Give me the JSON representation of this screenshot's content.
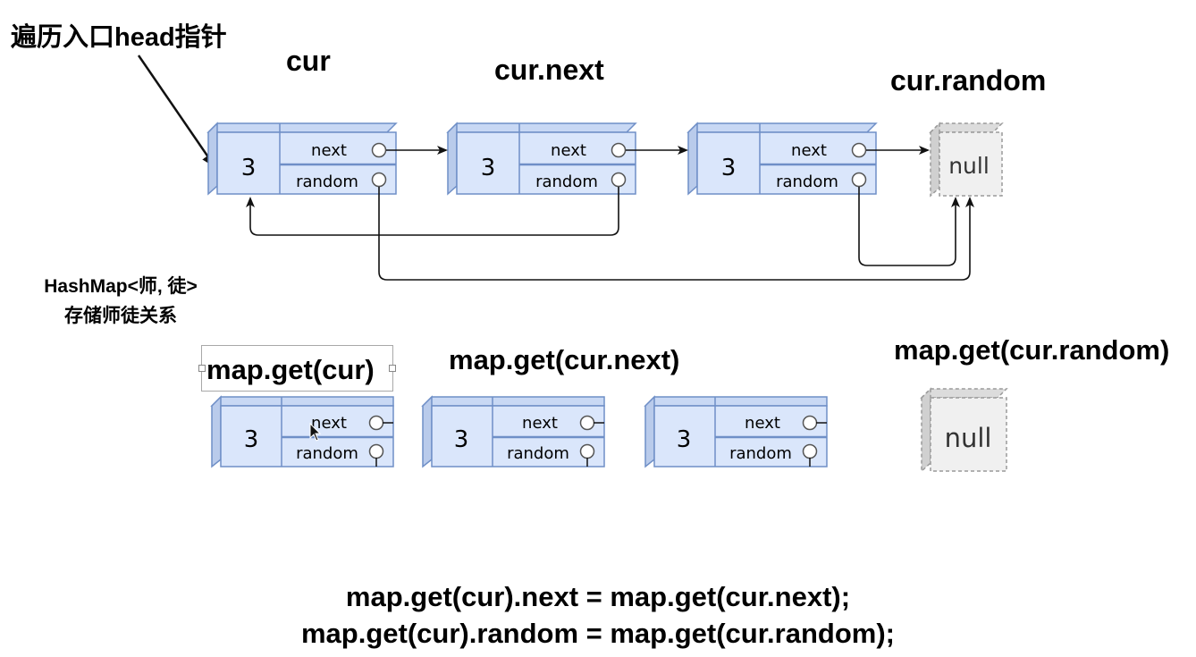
{
  "title": "遍历入口head指针",
  "labels": {
    "cur": "cur",
    "cur_next": "cur.next",
    "cur_random": "cur.random",
    "map_cur": "map.get(cur)",
    "map_cur_next": "map.get(cur.next)",
    "map_cur_random": "map.get(cur.random)"
  },
  "hashmap": {
    "line1": "HashMap<师, 徒>",
    "line2": "存储师徒关系"
  },
  "node": {
    "value": "3",
    "next_label": "next",
    "random_label": "random",
    "null_label": "null"
  },
  "code": {
    "line1": "map.get(cur).next = map.get(cur.next);",
    "line2": "map.get(cur).random = map.get(cur.random);"
  },
  "colors": {
    "node_fill": "#dae6fb",
    "node_side": "#b9cbeb",
    "node_top": "#c8d8f4",
    "node_stroke": "#6f8fc7",
    "null_fill": "#f0f0f0",
    "null_stroke": "#9a9a9a"
  }
}
